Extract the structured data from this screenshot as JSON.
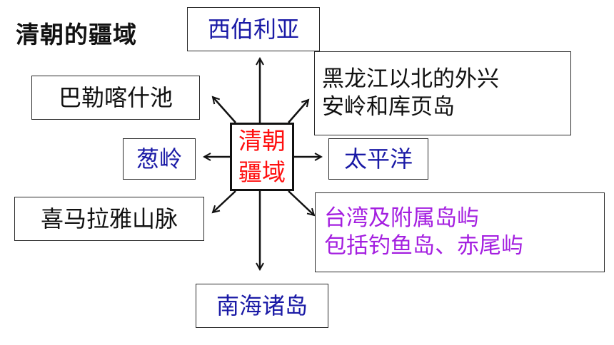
{
  "title": "清朝的疆域",
  "center": {
    "line1": "清朝",
    "line2": "疆域",
    "color": "#ff1010"
  },
  "regions": {
    "north": "西伯利亚",
    "northeast_line1": "黑龙江以北的外兴",
    "northeast_line2": "安岭和库页岛",
    "northwest": "巴勒喀什池",
    "west": "葱岭",
    "east": "太平洋",
    "southwest": "喜马拉雅山脉",
    "southeast_line1": "台湾及附属岛屿",
    "southeast_line2": "包括钓鱼岛、赤尾屿",
    "south": "南海诸岛"
  },
  "colors": {
    "blue_text": "#1a1aa6",
    "purple_text": "#a41fe0",
    "border": "#2b2b2b"
  }
}
